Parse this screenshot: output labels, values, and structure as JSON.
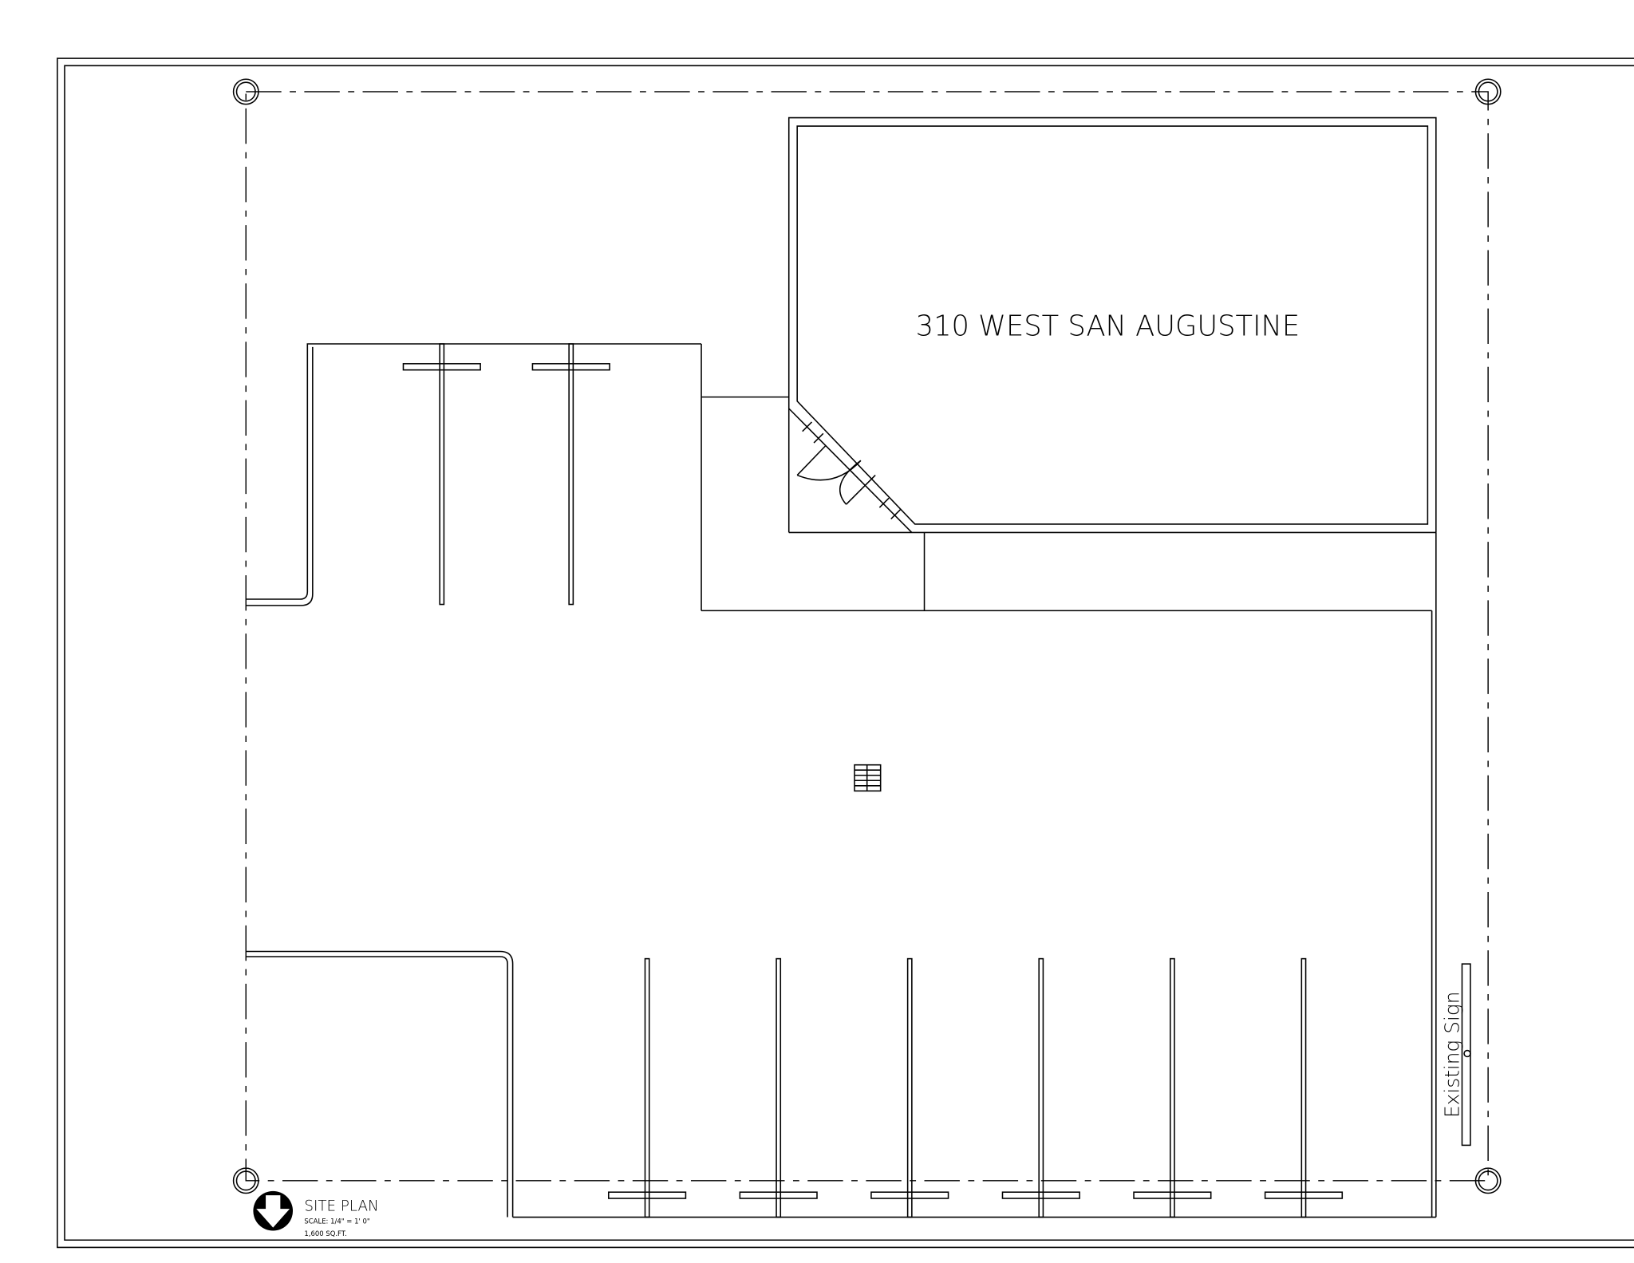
{
  "drawing": {
    "building_label": "310 WEST SAN AUGUSTINE",
    "sign_label": "Existing Sign",
    "title_block": {
      "title": "SITE PLAN",
      "scale": "SCALE: 1/4\" = 1' 0\"",
      "area": "1,600 SQ.FT."
    },
    "icons": [
      "north-arrow-icon",
      "property-corner-marker-icon",
      "drain-grate-icon"
    ]
  }
}
